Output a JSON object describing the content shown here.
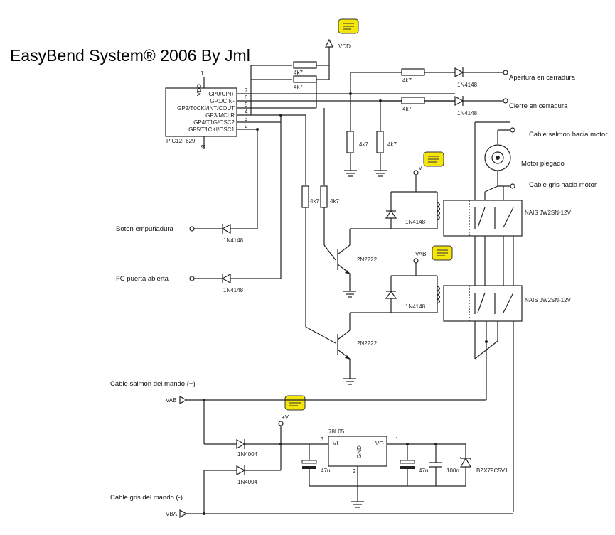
{
  "title": "EasyBend System® 2006 By Jml",
  "mcu": {
    "part": "PIC12F629",
    "pins_left": [
      "GP0/CIN+",
      "GP1/CIN-",
      "GP2/T0CKI/INT/COUT",
      "GP3/MCLR",
      "GP4/T1G/OSC2",
      "GP5/T1CKI/OSC1"
    ],
    "pin_numbers": [
      "7",
      "6",
      "5",
      "4",
      "3",
      "2"
    ],
    "vdd_pin": "1",
    "vdd_label": "VDD",
    "gnd_pin": "8"
  },
  "supply_label": "VDD",
  "resistor_value": "4k7",
  "diode_small": "1N4148",
  "diode_power": "1N4004",
  "transistor": "2N2222",
  "relay": "NAIS JW2SN-12V",
  "regulator": {
    "part": "78L05",
    "vi": "VI",
    "vo": "VO",
    "gnd": "GND",
    "pin_in": "3",
    "pin_out": "1",
    "pin_gnd": "2"
  },
  "caps": {
    "c1": "47u",
    "c2": "47u",
    "c3": "100n"
  },
  "zener": "BZX79C5V1",
  "rail_plus_v": "+V",
  "rail_vab": "VAB",
  "rail_vba": "VBA",
  "labels": {
    "apertura": "Apertura en cerradura",
    "cierre": "Cierre en cerradura",
    "cable_salmon_motor": "Cable salmon hacia motor",
    "motor": "Motor plegado",
    "cable_gris_motor": "Cable gris hacia motor",
    "boton": "Boton empuñadura",
    "fc": "FC puerta abierta",
    "cable_salmon_mando": "Cable salmon del mando (+)",
    "cable_gris_mando": "Cable gris del mando (-)"
  },
  "colors": {
    "note": "#f4e50a",
    "wire": "#222222"
  }
}
